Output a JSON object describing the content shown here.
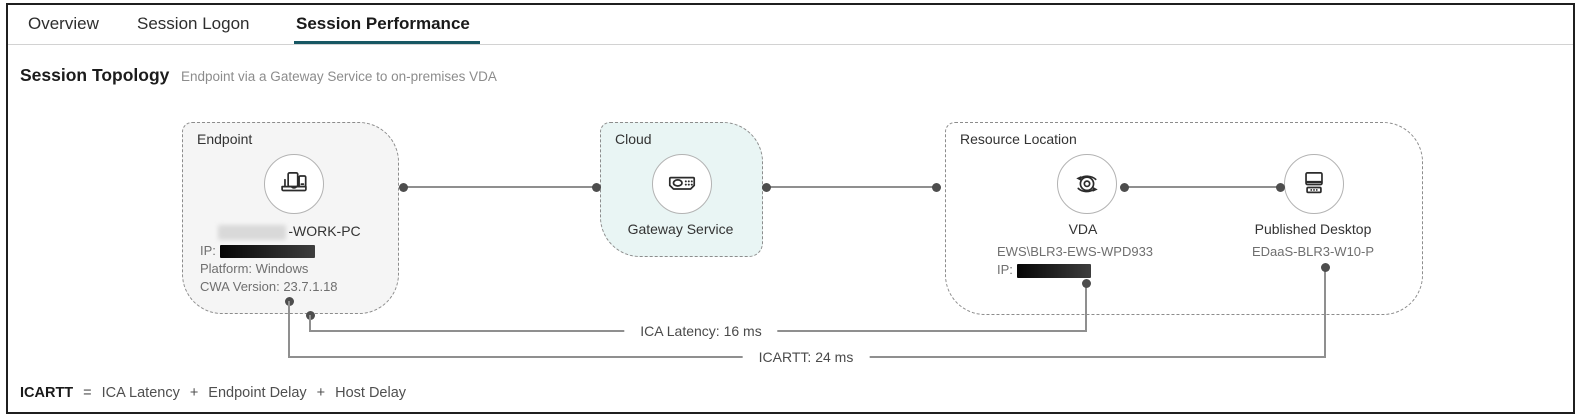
{
  "tabs": {
    "items": [
      {
        "label": "Overview",
        "active": false
      },
      {
        "label": "Session Logon",
        "active": false
      },
      {
        "label": "Session Performance",
        "active": true
      }
    ]
  },
  "section": {
    "title": "Session Topology",
    "subtitle": "Endpoint via a Gateway Service to on-premises VDA"
  },
  "topology": {
    "endpoint": {
      "group_label": "Endpoint",
      "icon": "devices-icon",
      "name_suffix": "-WORK-PC",
      "name_redacted": true,
      "ip_label": "IP:",
      "ip_redacted": true,
      "platform": "Platform: Windows",
      "cwa_version": "CWA Version: 23.7.1.18"
    },
    "cloud": {
      "group_label": "Cloud",
      "icon": "gateway-icon",
      "node_label": "Gateway Service"
    },
    "resource_location": {
      "group_label": "Resource Location",
      "vda": {
        "icon": "vda-icon",
        "node_label": "VDA",
        "machine": "EWS\\BLR3-EWS-WPD933",
        "ip_label": "IP:",
        "ip_redacted": true
      },
      "published_desktop": {
        "icon": "desktop-icon",
        "node_label": "Published Desktop",
        "machine": "EDaaS-BLR3-W10-P"
      }
    }
  },
  "metrics": {
    "ica_latency": "ICA Latency: 16 ms",
    "icartt": "ICARTT: 24 ms"
  },
  "formula": {
    "lhs": "ICARTT",
    "eq": "=",
    "t1": "ICA Latency",
    "p1": "+",
    "t2": "Endpoint Delay",
    "p2": "+",
    "t3": "Host Delay"
  },
  "colors": {
    "accent_teal": "#175763",
    "cloud_bg": "#e9f5f4",
    "endpoint_bg": "#f5f5f5",
    "dashed_border": "#8c8c8c",
    "connector_gray": "#8f8f8f",
    "text_dark": "#333333",
    "text_gray": "#6f6f6f"
  }
}
